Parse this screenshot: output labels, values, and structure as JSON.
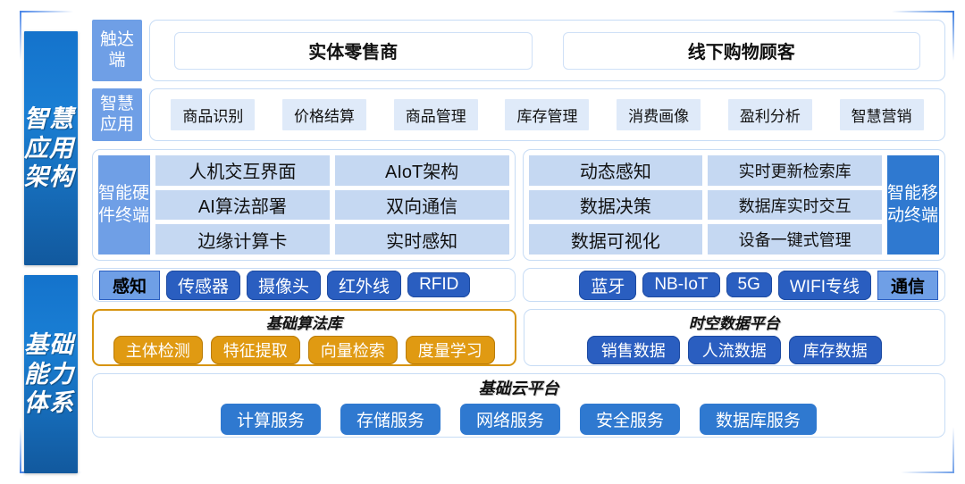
{
  "bands": [
    {
      "id": "smart-application-architecture",
      "label": "智慧应用架构"
    },
    {
      "id": "foundation-capability-system",
      "label": "基础能力体系"
    }
  ],
  "rows": {
    "touch": {
      "tag": "触达端",
      "cells": [
        "实体零售商",
        "线下购物顾客"
      ]
    },
    "apps": {
      "tag": "智慧应用",
      "chips": [
        "商品识别",
        "价格结算",
        "商品管理",
        "库存管理",
        "消费画像",
        "盈利分析",
        "智慧营销"
      ]
    },
    "hardware": {
      "tag": "智能硬件终端",
      "col1": [
        "人机交互界面",
        "AI算法部署",
        "边缘计算卡"
      ],
      "col2": [
        "AIoT架构",
        "双向通信",
        "实时感知"
      ]
    },
    "mobile": {
      "tag": "智能移动终端",
      "col1": [
        "动态感知",
        "数据决策",
        "数据可视化"
      ],
      "col2": [
        "实时更新检索库",
        "数据库实时交互",
        "设备一键式管理"
      ]
    },
    "perception": {
      "tag": "感知",
      "items": [
        "传感器",
        "摄像头",
        "红外线",
        "RFID"
      ]
    },
    "communication": {
      "tag": "通信",
      "items": [
        "蓝牙",
        "NB-IoT",
        "5G",
        "WIFI专线"
      ]
    },
    "algorithm": {
      "title": "基础算法库",
      "items": [
        "主体检测",
        "特征提取",
        "向量检索",
        "度量学习"
      ]
    },
    "data_platform": {
      "title": "时空数据平台",
      "items": [
        "销售数据",
        "人流数据",
        "库存数据"
      ]
    },
    "cloud": {
      "title": "基础云平台",
      "items": [
        "计算服务",
        "存储服务",
        "网络服务",
        "安全服务",
        "数据库服务"
      ]
    }
  },
  "colors": {
    "band_blue": "#1473cc",
    "tag_blue": "#6f9fe6",
    "tag_dark_blue": "#2f79d0",
    "chip_light": "#dfeaf9",
    "cell_blue": "#c5d8f2",
    "pill_blue": "#2a5ec0",
    "pill_orange": "#e09a12",
    "border_light": "#c7dcf5",
    "orange_border": "#d79410"
  }
}
